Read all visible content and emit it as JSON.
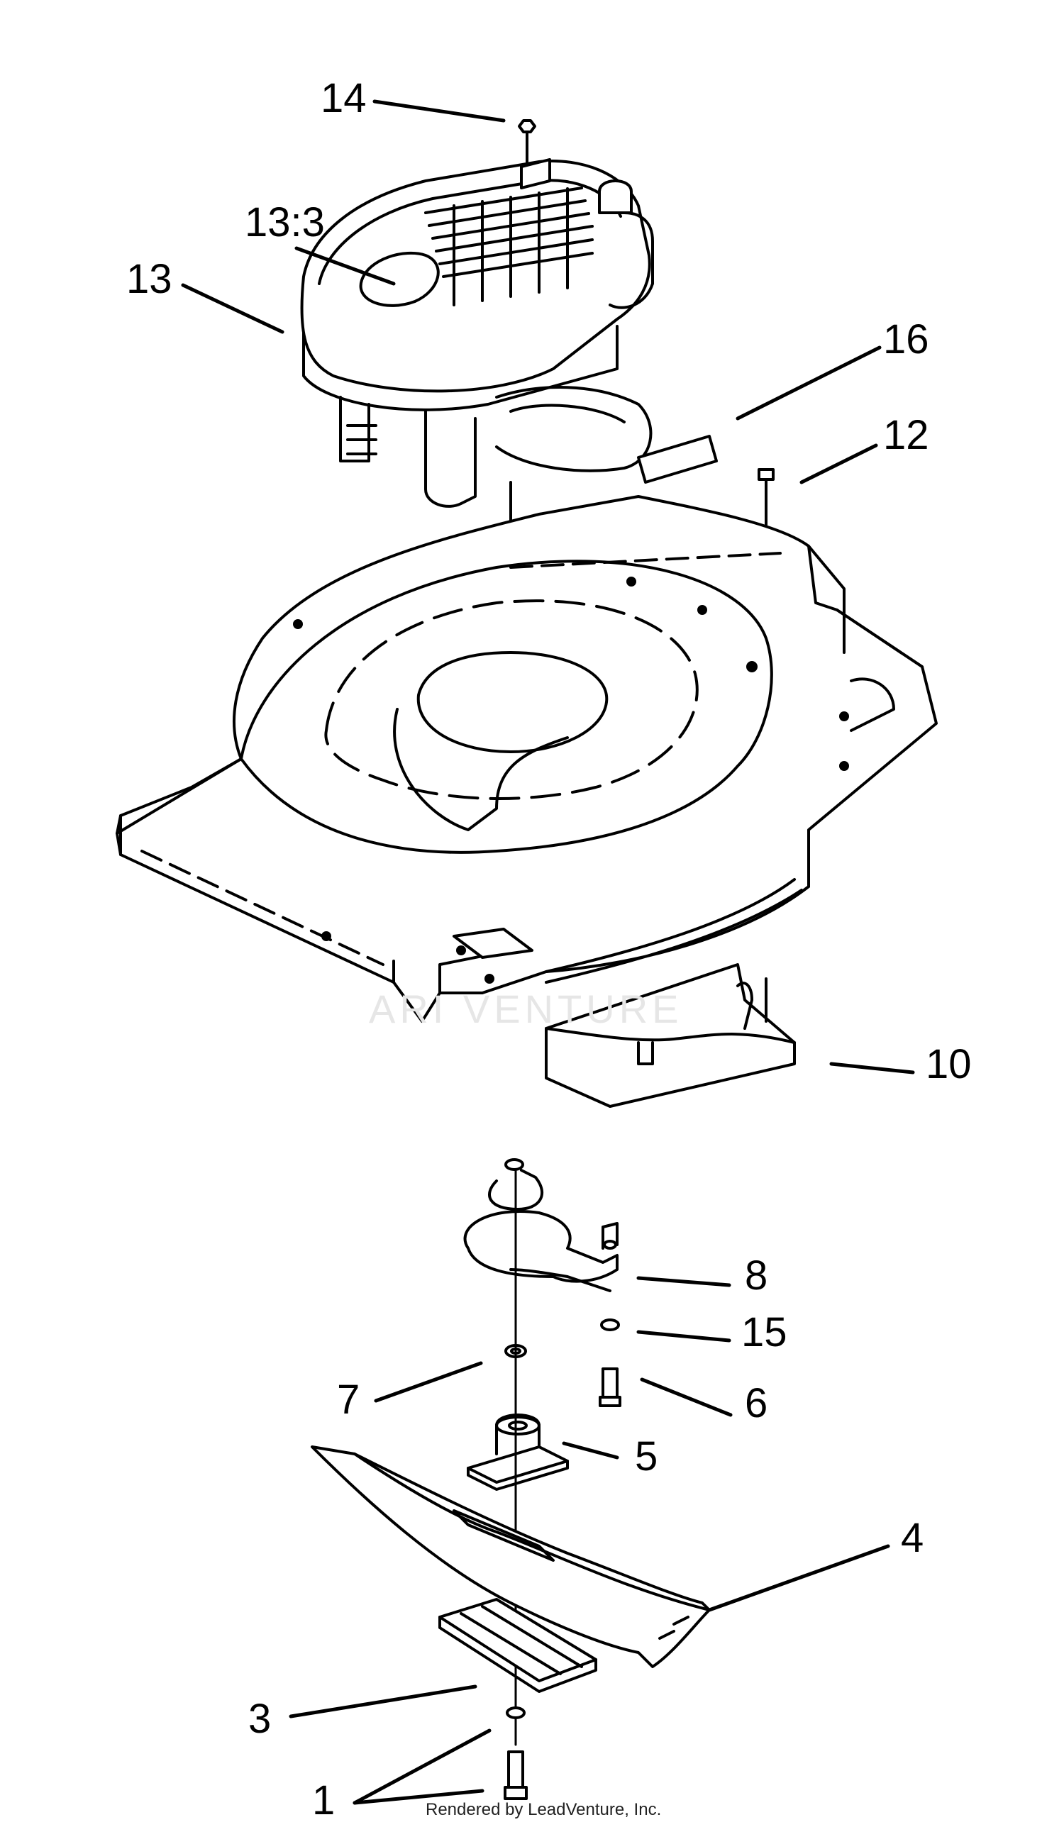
{
  "callouts": {
    "c14": "14",
    "c13_3": "13:3",
    "c13": "13",
    "c16": "16",
    "c12": "12",
    "c10": "10",
    "c8": "8",
    "c15": "15",
    "c7": "7",
    "c6": "6",
    "c5": "5",
    "c4": "4",
    "c3": "3",
    "c1": "1"
  },
  "watermark": "ARI VENTURE",
  "footer": "Rendered by LeadVenture, Inc.",
  "colors": {
    "line": "#000000",
    "background": "#ffffff",
    "watermark": "#e6e6e6"
  }
}
